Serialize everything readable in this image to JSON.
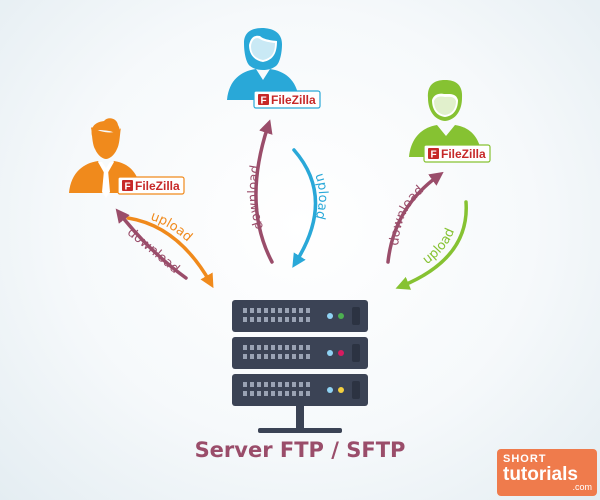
{
  "colors": {
    "orange": "#f08a1c",
    "blue": "#29a8d8",
    "green": "#86c232",
    "arrow": "#9a4d6a",
    "server": "#3b4355",
    "caption": "#9a4d6a",
    "filezilla_red": "#c62828",
    "brand_bg": "#ef7b4c"
  },
  "clients": [
    {
      "id": "left",
      "color": "orange",
      "app_label": "FileZilla",
      "icon": "user-tie-icon"
    },
    {
      "id": "top",
      "color": "blue",
      "app_label": "FileZilla",
      "icon": "user-female-icon"
    },
    {
      "id": "right",
      "color": "green",
      "app_label": "FileZilla",
      "icon": "user-male-icon"
    }
  ],
  "flows": [
    {
      "client": "left",
      "upload_label": "upload",
      "download_label": "download"
    },
    {
      "client": "top",
      "upload_label": "upload",
      "download_label": "download"
    },
    {
      "client": "right",
      "upload_label": "upload",
      "download_label": "download"
    }
  ],
  "server": {
    "caption": "Server FTP / SFTP",
    "icon": "server-rack-icon",
    "led_colors": [
      [
        "#8fd3f4",
        "#4caf50"
      ],
      [
        "#8fd3f4",
        "#d81b60"
      ],
      [
        "#8fd3f4",
        "#f4d03f"
      ]
    ]
  },
  "brand": {
    "line1": "SHORT",
    "line2": "tutorials",
    "line3": ".com"
  }
}
